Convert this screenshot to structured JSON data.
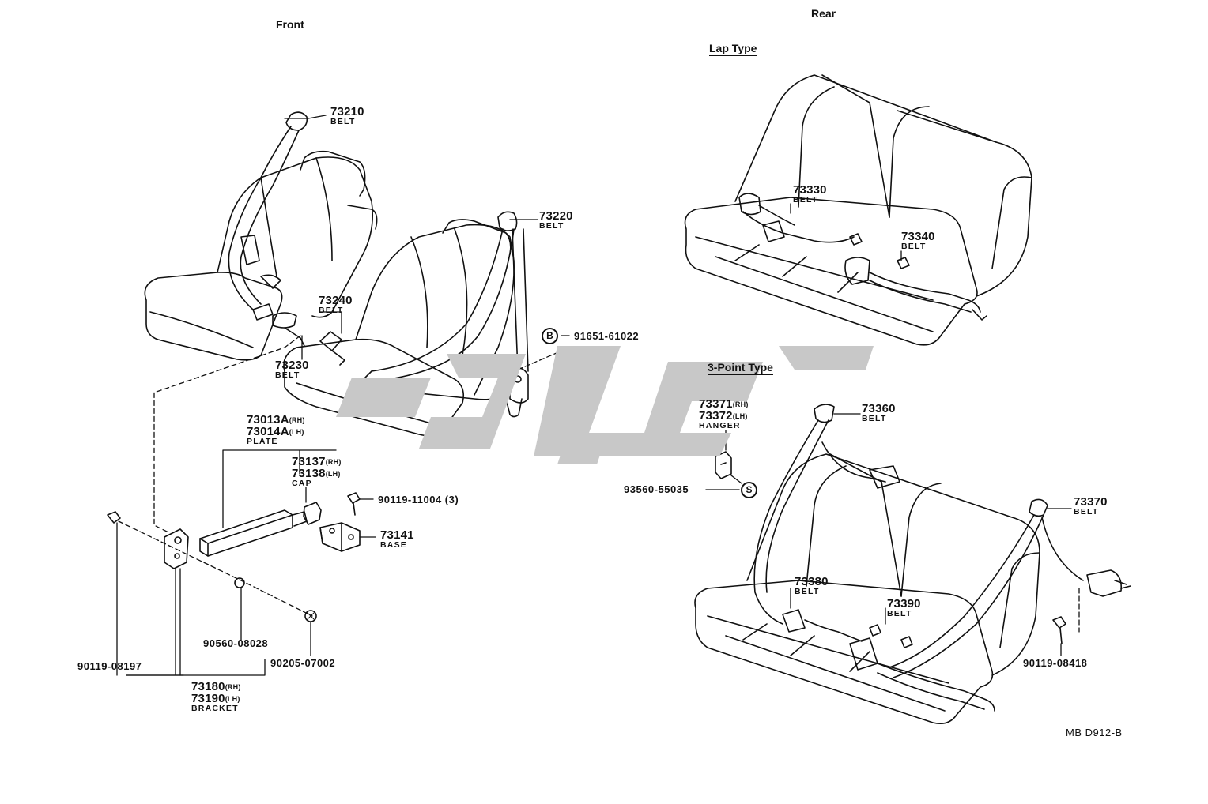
{
  "sections": {
    "front": "Front",
    "rear": "Rear",
    "lap_type": "Lap Type",
    "three_point_type": "3-Point Type"
  },
  "parts": {
    "p73210": {
      "number": "73210",
      "name": "BELT"
    },
    "p73220": {
      "number": "73220",
      "name": "BELT"
    },
    "p73240": {
      "number": "73240",
      "name": "BELT"
    },
    "p73230": {
      "number": "73230",
      "name": "BELT"
    },
    "p91651": {
      "number": "91651-61022",
      "marker": "B"
    },
    "plate": {
      "rh": "73013A",
      "lh": "73014A",
      "rh_sfx": "(RH)",
      "lh_sfx": "(LH)",
      "name": "PLATE"
    },
    "cap": {
      "rh": "73137",
      "lh": "73138",
      "rh_sfx": "(RH)",
      "lh_sfx": "(LH)",
      "name": "CAP"
    },
    "p90119_11004": {
      "number": "90119-11004 (3)"
    },
    "p73141": {
      "number": "73141",
      "name": "BASE"
    },
    "p90119_08197": {
      "number": "90119-08197"
    },
    "p90560": {
      "number": "90560-08028"
    },
    "p90205": {
      "number": "90205-07002"
    },
    "bracket": {
      "rh": "73180",
      "lh": "73190",
      "rh_sfx": "(RH)",
      "lh_sfx": "(LH)",
      "name": "BRACKET"
    },
    "p73330": {
      "number": "73330",
      "name": "BELT"
    },
    "p73340": {
      "number": "73340",
      "name": "BELT"
    },
    "hanger": {
      "rh": "73371",
      "lh": "73372",
      "rh_sfx": "(RH)",
      "lh_sfx": "(LH)",
      "name": "HANGER"
    },
    "p73360": {
      "number": "73360",
      "name": "BELT"
    },
    "p93560": {
      "number": "93560-55035",
      "marker": "S"
    },
    "p73370": {
      "number": "73370",
      "name": "BELT"
    },
    "p73380": {
      "number": "73380",
      "name": "BELT"
    },
    "p73390": {
      "number": "73390",
      "name": "BELT"
    },
    "p90119_08418": {
      "number": "90119-08418"
    }
  },
  "drawing_code": "MB D912-B",
  "watermark_color": "#c8c8c8"
}
